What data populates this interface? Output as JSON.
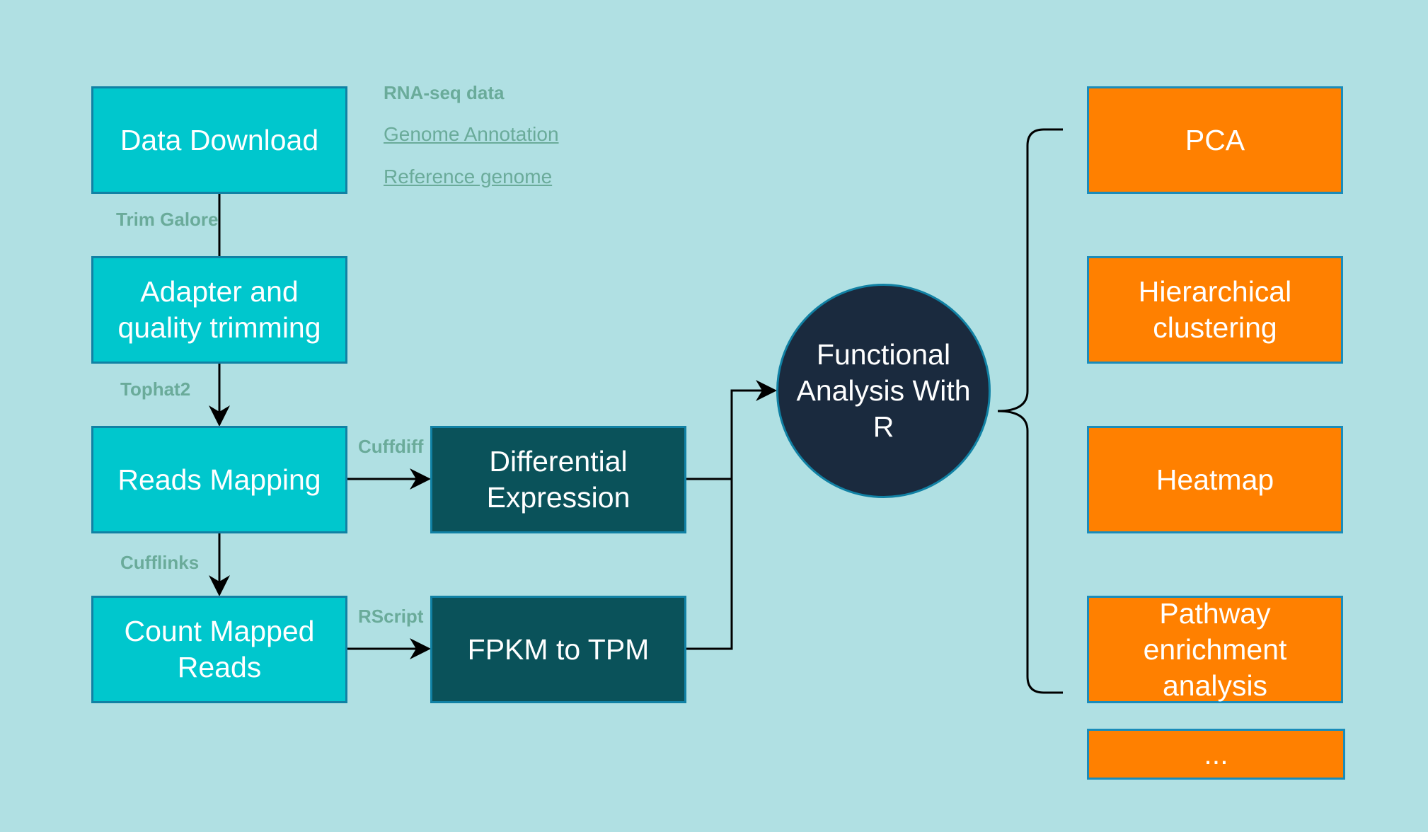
{
  "colors": {
    "background": "#b0e0e3",
    "step_box": "#00c7cd",
    "analysis_box": "#0a525a",
    "output_box": "#ff8000",
    "hub_circle": "#1a2a3e",
    "annotation_text": "#6aab9a"
  },
  "steps": {
    "data_download": "Data Download",
    "adapter_trimming": "Adapter and quality trimming",
    "reads_mapping": "Reads Mapping",
    "count_mapped_reads": "Count Mapped Reads"
  },
  "analysis": {
    "differential_expression": "Differential Expression",
    "fpkm_to_tpm": "FPKM to TPM"
  },
  "hub": {
    "label": "Functional Analysis With R"
  },
  "tools": {
    "trim_galore": "Trim Galore",
    "tophat2": "Tophat2",
    "cufflinks": "Cufflinks",
    "cuffdiff": "Cuffdiff",
    "rscript": "RScript"
  },
  "inputs": {
    "rna_seq": "RNA-seq data",
    "genome_annotation": "Genome Annotation",
    "reference_genome": "Reference genome"
  },
  "outputs": {
    "pca": "PCA",
    "hierarchical_clustering": "Hierarchical clustering",
    "heatmap": "Heatmap",
    "pathway_enrichment": "Pathway enrichment analysis",
    "more": "..."
  }
}
